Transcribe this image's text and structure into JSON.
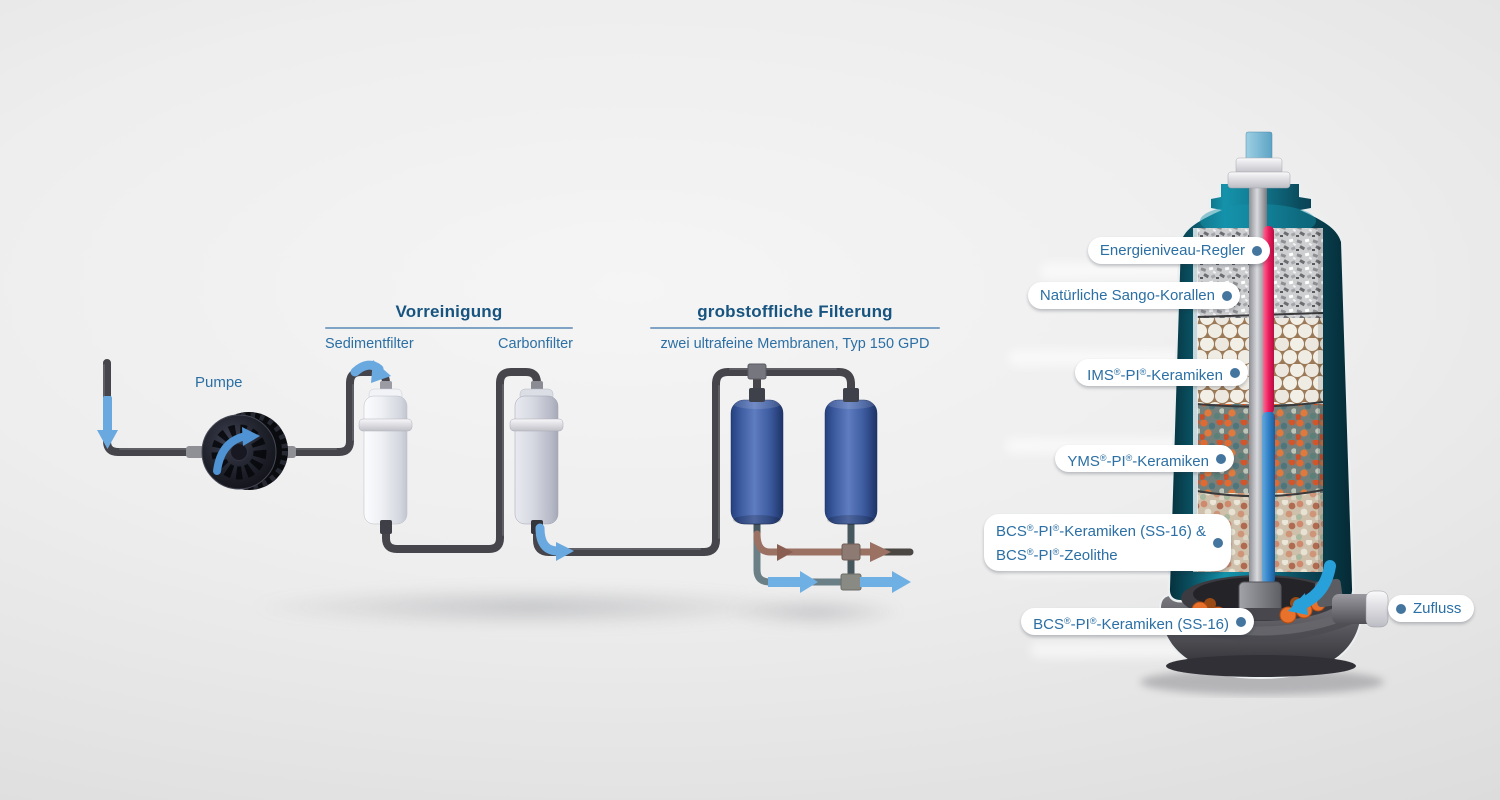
{
  "flow": {
    "pump_label": "Pumpe",
    "stage1": {
      "title": "Vorreinigung",
      "filter1": "Sedimentfilter",
      "filter2": "Carbonfilter"
    },
    "stage2": {
      "title": "grobstoffliche Filterung",
      "subtitle": "zwei ultrafeine Membranen, Typ 150 GPD"
    }
  },
  "vessel": {
    "labels": {
      "energy_regler": "Energieniveau-Regler",
      "sango_korallen": "Natürliche Sango-Korallen",
      "ims_keramiken": "IMS®-PI®-Keramiken",
      "yms_keramiken": "YMS®-PI®-Keramiken",
      "bcs_keramiken_zeolithe_line1": "BCS®-PI®-Keramiken (SS-16) &",
      "bcs_keramiken_zeolithe_line2": "BCS®-PI®-Zeolithe",
      "bcs_keramiken_ss16": "BCS®-PI®-Keramiken (SS-16)",
      "zufluss": "Zufluss"
    }
  },
  "colors": {
    "heading_blue": "#17547f",
    "label_blue": "#2b6fa4",
    "underline_blue": "#7fa3c4",
    "pointer_dot_blue": "#44759e",
    "pipe_gray": "#45454b",
    "flow_arrow_blue": "#6aa9e0",
    "membrane_blue": "#3c5a9e",
    "vessel_teal": "#0d6a80",
    "energy_rod_pink": "#e81a5a",
    "riser_tube_blue": "#2e7fc6",
    "waste_line_brown": "#9a7163",
    "media_orange": "#e8712c"
  }
}
